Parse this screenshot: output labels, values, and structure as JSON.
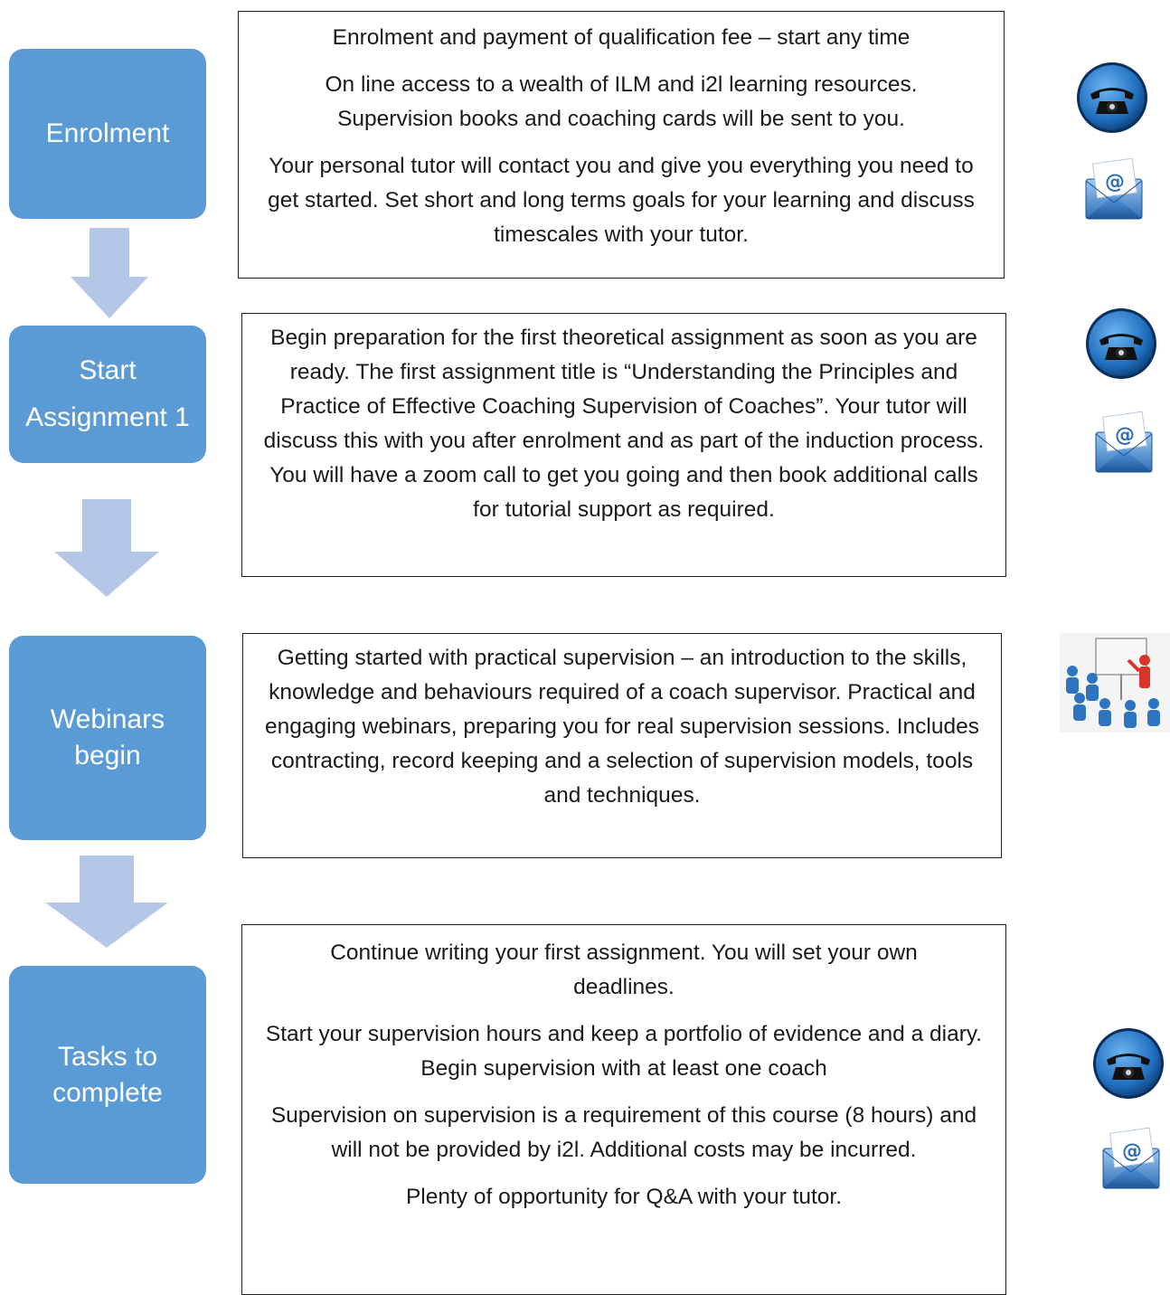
{
  "stages": [
    {
      "lines": [
        "Enrolment"
      ]
    },
    {
      "lines": [
        "Start",
        "Assignment 1"
      ]
    },
    {
      "lines": [
        "Webinars",
        "begin"
      ]
    },
    {
      "lines": [
        "Tasks to",
        "complete"
      ]
    }
  ],
  "boxes": [
    {
      "paragraphs": [
        "Enrolment and payment of qualification fee – start any time",
        "On line access to a wealth of ILM and i2l learning resources. Supervision books and coaching cards will be sent to you.",
        "Your personal tutor will contact you and give you everything you need to get started. Set short and long terms goals for your learning and discuss timescales with your tutor."
      ]
    },
    {
      "paragraphs": [
        "Begin preparation for the first theoretical assignment as soon as you are ready. The first assignment title is “Understanding the Principles and Practice of Effective Coaching Supervision of Coaches”.  Your tutor will discuss this with you after enrolment and as part of the induction process. You will have a zoom call to get you going and then book additional calls for tutorial support as required."
      ]
    },
    {
      "paragraphs": [
        "Getting started with practical supervision – an introduction to the skills, knowledge and behaviours required of a coach supervisor. Practical and engaging webinars, preparing you for real supervision sessions. Includes contracting, record keeping and a selection of supervision models, tools and techniques."
      ]
    },
    {
      "paragraphs": [
        "Continue writing your first assignment. You will set your own deadlines.",
        "Start your supervision hours and keep a portfolio of evidence and a diary. Begin supervision with at least one coach",
        "Supervision on supervision is a requirement of this course (8 hours) and will not be provided by i2l. Additional costs may be incurred.",
        "Plenty of opportunity for Q&A with your tutor."
      ]
    }
  ],
  "icons": [
    "phone-icon",
    "email-icon",
    "phone-icon",
    "email-icon",
    "presentation-icon",
    "phone-icon",
    "email-icon"
  ],
  "colors": {
    "stage_fill": "#5b9bd5",
    "arrow_fill": "#b4c7e7",
    "box_border": "#222222",
    "phone_ring": "#2e75b6"
  }
}
